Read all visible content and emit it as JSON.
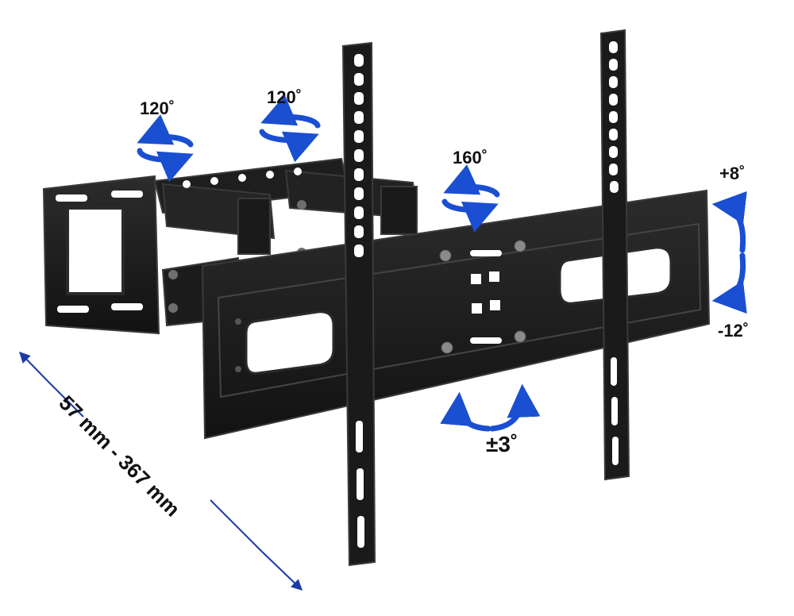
{
  "labels": {
    "swivel_left": "120˚",
    "swivel_middle": "120˚",
    "swivel_right": "160˚",
    "tilt_up": "+8˚",
    "tilt_down": "-12˚",
    "rotation": "±3˚",
    "extension_range": "57 mm - 367 mm"
  },
  "colors": {
    "arrow": "#1a4fd1",
    "dimension_line": "#1a3aa8",
    "bracket": "#1b1b1b",
    "bracket_edge": "#3a3a3a",
    "text": "#111111"
  }
}
